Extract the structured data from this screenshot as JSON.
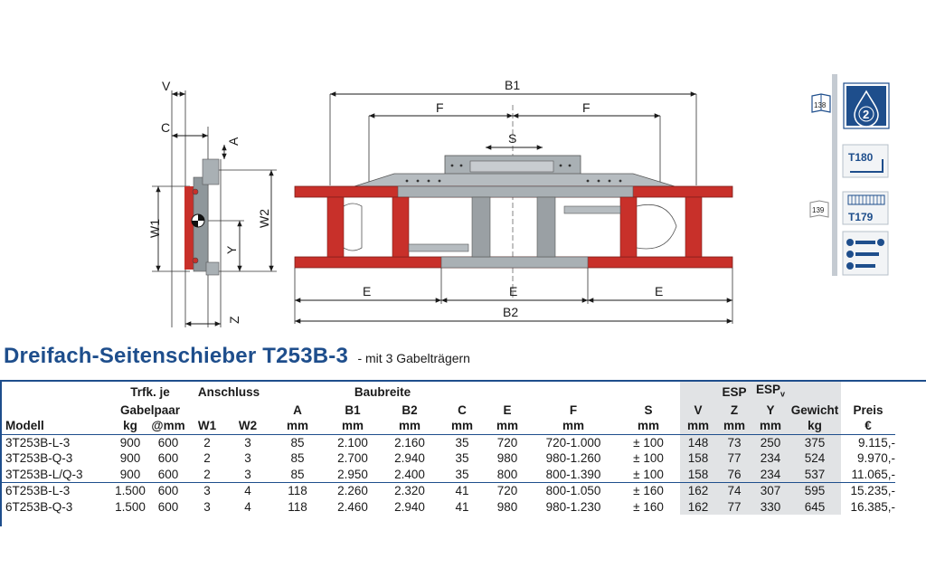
{
  "drawing": {
    "dim_labels": {
      "V": "V",
      "C": "C",
      "A": "A",
      "W1": "W1",
      "W2": "W2",
      "Y": "Y",
      "Z": "Z",
      "B1": "B1",
      "F_left": "F",
      "F_right": "F",
      "S": "S",
      "E_left": "E",
      "E_mid": "E",
      "E_right": "E",
      "B2": "B2"
    }
  },
  "badges": {
    "book_left": "138",
    "book_right": "139",
    "droplet_number": "2",
    "t180": "T180",
    "t179": "T179"
  },
  "heading": {
    "title": "Dreifach-Seitenschieber T253B-3",
    "subtitle": "- mit 3 Gabelträgern"
  },
  "table": {
    "hdr1": {
      "trfk": "Trfk. je",
      "anschluss": "Anschluss",
      "baubreite": "Baubreite",
      "esp": "ESP",
      "espv": "ESP",
      "espv_sub": "v"
    },
    "hdr2": {
      "gabelpaar": "Gabelpaar",
      "A": "A",
      "B1": "B1",
      "B2": "B2",
      "C": "C",
      "E": "E",
      "F": "F",
      "S": "S",
      "V": "V",
      "Z": "Z",
      "Y": "Y",
      "gewicht": "Gewicht",
      "preis": "Preis"
    },
    "hdr3": {
      "modell": "Modell",
      "kg": "kg",
      "at_mm": "@mm",
      "W1": "W1",
      "W2": "W2",
      "A": "mm",
      "B1": "mm",
      "B2": "mm",
      "C": "mm",
      "E": "mm",
      "F": "mm",
      "S": "mm",
      "V": "mm",
      "Z": "mm",
      "Y": "mm",
      "gewicht": "kg",
      "preis": "€"
    },
    "rows": [
      [
        "3T253B-L-3",
        "900",
        "600",
        "2",
        "3",
        "85",
        "2.100",
        "2.160",
        "35",
        "720",
        "720-1.000",
        "± 100",
        "148",
        "73",
        "250",
        "375",
        "9.115,-"
      ],
      [
        "3T253B-Q-3",
        "900",
        "600",
        "2",
        "3",
        "85",
        "2.700",
        "2.940",
        "35",
        "980",
        "980-1.260",
        "± 100",
        "158",
        "77",
        "234",
        "524",
        "9.970,-"
      ],
      [
        "3T253B-L/Q-3",
        "900",
        "600",
        "2",
        "3",
        "85",
        "2.950",
        "2.400",
        "35",
        "800",
        "800-1.390",
        "± 100",
        "158",
        "76",
        "234",
        "537",
        "11.065,-"
      ],
      [
        "6T253B-L-3",
        "1.500",
        "600",
        "3",
        "4",
        "118",
        "2.260",
        "2.320",
        "41",
        "720",
        "800-1.050",
        "± 160",
        "162",
        "74",
        "307",
        "595",
        "15.235,-"
      ],
      [
        "6T253B-Q-3",
        "1.500",
        "600",
        "3",
        "4",
        "118",
        "2.460",
        "2.940",
        "41",
        "980",
        "980-1.230",
        "± 160",
        "162",
        "77",
        "330",
        "645",
        "16.385,-"
      ]
    ]
  },
  "colors": {
    "red": "#c8302a",
    "grey": "#9aa0a4",
    "blue": "#1e4e8c",
    "shade": "#e1e3e5"
  }
}
